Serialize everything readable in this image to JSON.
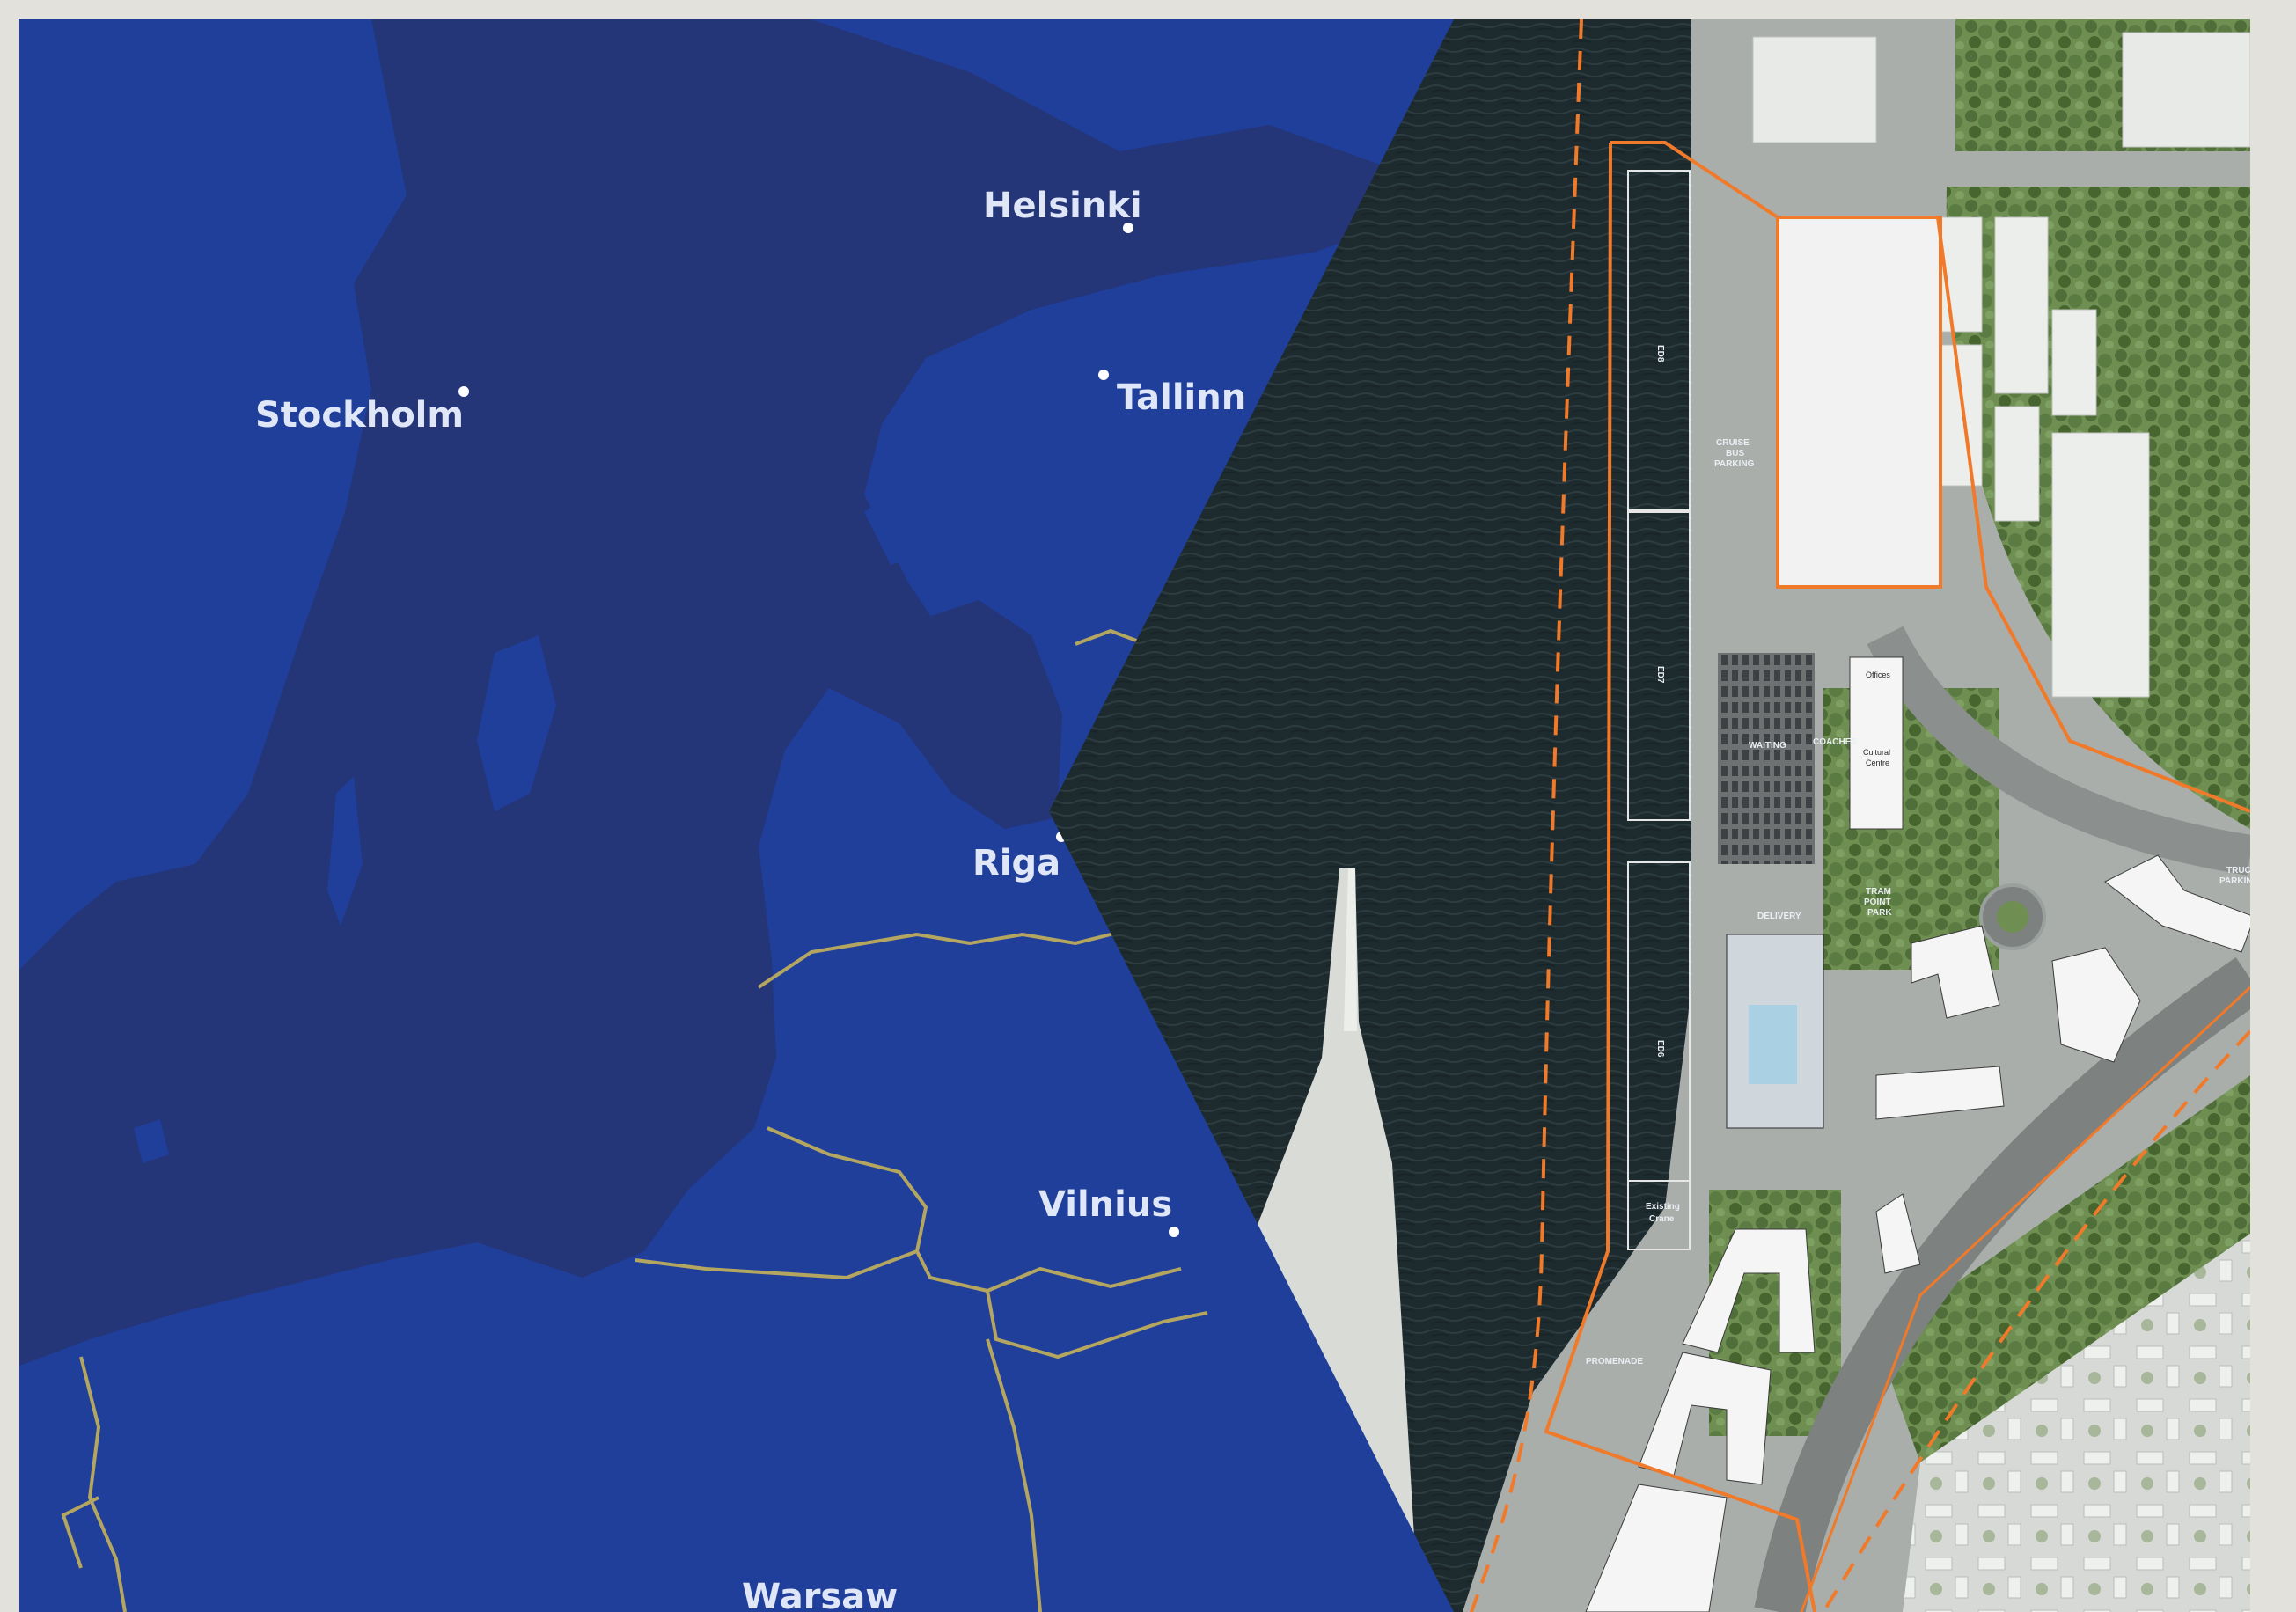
{
  "colors": {
    "frame": "#e3e1db",
    "sea": "#243578",
    "land": "#1f3f9a",
    "border": "#b4a660",
    "label": "#dfe6f7",
    "water_photo": "#1d2a2e",
    "site_outline": "#f07a2a"
  },
  "map": {
    "cities": [
      {
        "name": "Helsinki"
      },
      {
        "name": "Stockholm"
      },
      {
        "name": "Tallinn"
      },
      {
        "name": "Riga"
      },
      {
        "name": "Vilnius"
      },
      {
        "name": "Warsaw"
      }
    ]
  },
  "plan": {
    "berths": [
      {
        "label": "ED8"
      },
      {
        "label": "ED7"
      },
      {
        "label": "ED6"
      }
    ],
    "crane": {
      "line1": "Existing",
      "line2": "Crane"
    },
    "areas": [
      {
        "label": "CRUISE"
      },
      {
        "label": "BUS"
      },
      {
        "label": "PARKING"
      },
      {
        "label": "WAITING"
      },
      {
        "label": "COACHES"
      },
      {
        "label": "TRAM"
      },
      {
        "label": "POINT"
      },
      {
        "label": "PARK"
      },
      {
        "label": "DELIVERY"
      },
      {
        "label": "PROMENADE"
      },
      {
        "label": "TRUCK"
      },
      {
        "label": "PARKING"
      }
    ],
    "buildings": [
      {
        "label": "Offices"
      },
      {
        "label": "Cultural"
      },
      {
        "label": "Centre"
      }
    ]
  }
}
